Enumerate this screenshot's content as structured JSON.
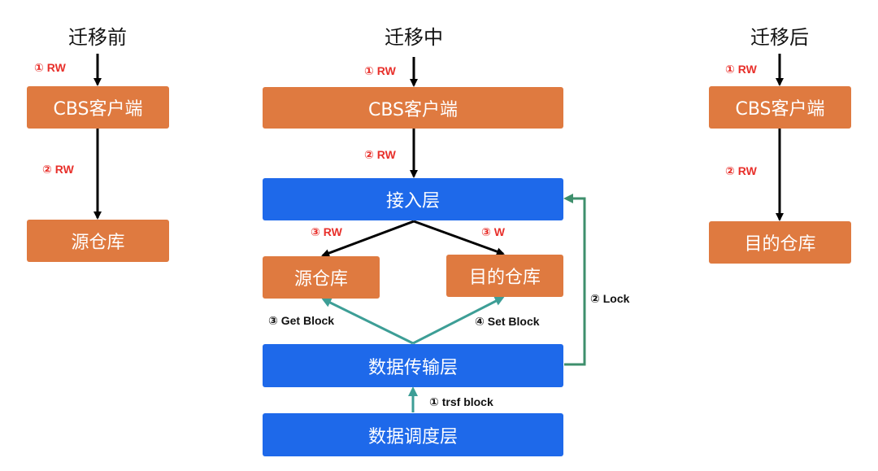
{
  "colors": {
    "orange_box": "#df7a40",
    "blue_box": "#1e69ea",
    "black_arrow": "#000000",
    "teal_arrow": "#3d9e96",
    "green_arrow": "#3e8f6c",
    "red_label": "#e8302b"
  },
  "before": {
    "title": "迁移前",
    "client": "CBS客户端",
    "target": "源仓库",
    "step1": "① RW",
    "step2": "② RW"
  },
  "during": {
    "title": "迁移中",
    "client": "CBS客户端",
    "access_layer": "接入层",
    "source_repo": "源仓库",
    "dest_repo": "目的仓库",
    "transfer_layer": "数据传输层",
    "schedule_layer": "数据调度层",
    "step1": "① RW",
    "step2": "② RW",
    "step3_rw": "③ RW",
    "step3_w": "③ W",
    "get_block": "③ Get Block",
    "set_block": "④ Set Block",
    "lock": "② Lock",
    "trsf_block": "① trsf block"
  },
  "after": {
    "title": "迁移后",
    "client": "CBS客户端",
    "target": "目的仓库",
    "step1": "① RW",
    "step2": "② RW"
  }
}
